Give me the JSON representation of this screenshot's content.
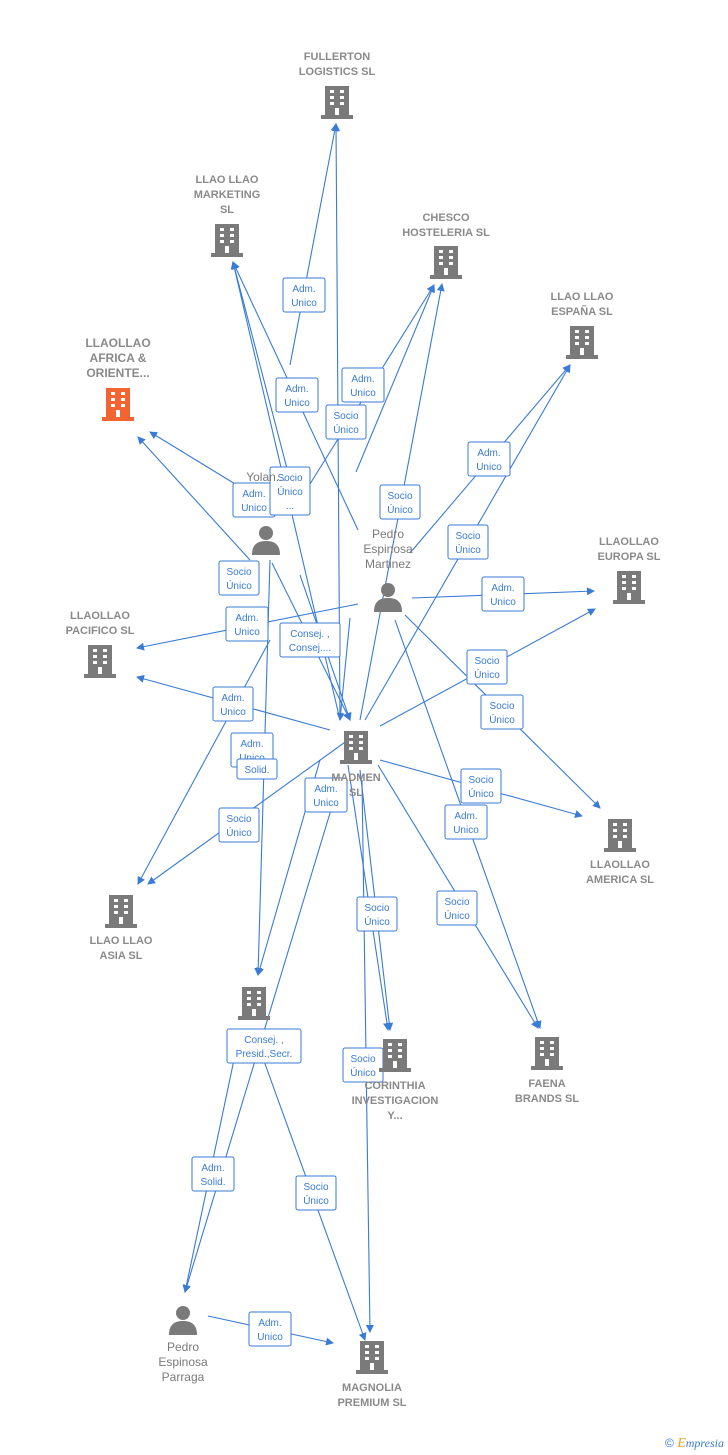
{
  "colors": {
    "edge": "#3a7bd5",
    "company": "#7a7a7a",
    "highlight": "#f26532",
    "label": "#8a8a8a",
    "brand_accent": "#f0a020"
  },
  "icons": {
    "company": "building-icon",
    "person": "person-icon"
  },
  "companies": [
    {
      "id": "fullerton",
      "lines": [
        "FULLERTON",
        "LOGISTICS  SL"
      ]
    },
    {
      "id": "llaollao_marketing",
      "lines": [
        "LLAO LLAO",
        "MARKETING",
        "SL"
      ]
    },
    {
      "id": "chesco",
      "lines": [
        "CHESCO",
        "HOSTELERIA SL"
      ]
    },
    {
      "id": "llaollao_espana",
      "lines": [
        "LLAO LLAO",
        "ESPAÑA  SL"
      ]
    },
    {
      "id": "llaollao_africa",
      "lines": [
        "LLAOLLAO",
        "AFRICA &",
        "ORIENTE..."
      ],
      "highlight": true
    },
    {
      "id": "llaollao_europa",
      "lines": [
        "LLAOLLAO",
        "EUROPA  SL"
      ]
    },
    {
      "id": "llaollao_pacifico",
      "lines": [
        "LLAOLLAO",
        "PACIFICO  SL"
      ]
    },
    {
      "id": "madmen",
      "lines": [
        "MADMEN",
        "SL"
      ]
    },
    {
      "id": "llaollao_america",
      "lines": [
        "LLAOLLAO",
        "AMERICA  SL"
      ]
    },
    {
      "id": "llaollao_asia",
      "lines": [
        "LLAO LLAO",
        "ASIA  SL"
      ]
    },
    {
      "id": "unnamed_company",
      "lines": []
    },
    {
      "id": "corinthia",
      "lines": [
        "CORINTHIA",
        "INVESTIGACION",
        "Y..."
      ]
    },
    {
      "id": "faena",
      "lines": [
        "FAENA",
        "BRANDS  SL"
      ]
    },
    {
      "id": "magnolia",
      "lines": [
        "MAGNOLIA",
        "PREMIUM  SL"
      ]
    }
  ],
  "persons": [
    {
      "id": "yolanda",
      "lines": [
        "Yolan..."
      ]
    },
    {
      "id": "pedro_martinez",
      "lines": [
        "Pedro",
        "Espinosa",
        "Martinez"
      ]
    },
    {
      "id": "pedro_parraga",
      "lines": [
        "Pedro",
        "Espinosa",
        "Parraga"
      ]
    }
  ],
  "edge_labels": [
    {
      "id": "e1",
      "lines": [
        "Adm.",
        "Unico"
      ]
    },
    {
      "id": "e2",
      "lines": [
        "Adm.",
        "Unico"
      ]
    },
    {
      "id": "e3",
      "lines": [
        "Adm.",
        "Unico"
      ]
    },
    {
      "id": "e4",
      "lines": [
        "Socio",
        "Único"
      ]
    },
    {
      "id": "e5",
      "lines": [
        "Adm.",
        "Unico"
      ]
    },
    {
      "id": "e6",
      "lines": [
        "Socio",
        "Único",
        "..."
      ]
    },
    {
      "id": "e7",
      "lines": [
        "Socio",
        "Único"
      ]
    },
    {
      "id": "e8",
      "lines": [
        "Adm.",
        "Unico"
      ]
    },
    {
      "id": "e9",
      "lines": [
        "Socio",
        "Único"
      ]
    },
    {
      "id": "e10",
      "lines": [
        "Socio",
        "Único"
      ]
    },
    {
      "id": "e11",
      "lines": [
        "Adm.",
        "Unico"
      ]
    },
    {
      "id": "e12",
      "lines": [
        "Adm.",
        "Unico"
      ]
    },
    {
      "id": "e13",
      "lines": [
        "Consej. ,",
        "Consej...."
      ]
    },
    {
      "id": "e14",
      "lines": [
        "Socio",
        "Único"
      ]
    },
    {
      "id": "e15",
      "lines": [
        "Adm.",
        "Unico"
      ]
    },
    {
      "id": "e16",
      "lines": [
        "Socio",
        "Único"
      ]
    },
    {
      "id": "e17",
      "lines": [
        "Adm.",
        "Unico"
      ]
    },
    {
      "id": "e18",
      "lines": [
        "Solid."
      ]
    },
    {
      "id": "e19",
      "lines": [
        "Adm.",
        "Unico"
      ]
    },
    {
      "id": "e20",
      "lines": [
        "Socio",
        "Único"
      ]
    },
    {
      "id": "e21",
      "lines": [
        "Socio",
        "Único"
      ]
    },
    {
      "id": "e22",
      "lines": [
        "Adm.",
        "Unico"
      ]
    },
    {
      "id": "e23",
      "lines": [
        "Socio",
        "Único"
      ]
    },
    {
      "id": "e24",
      "lines": [
        "Socio",
        "Único"
      ]
    },
    {
      "id": "e25",
      "lines": [
        "Consej. ,",
        "Presid.,Secr."
      ]
    },
    {
      "id": "e26",
      "lines": [
        "Socio",
        "Único"
      ]
    },
    {
      "id": "e27",
      "lines": [
        "Adm.",
        "Solid."
      ]
    },
    {
      "id": "e28",
      "lines": [
        "Socio",
        "Único"
      ]
    },
    {
      "id": "e29",
      "lines": [
        "Adm.",
        "Unico"
      ]
    }
  ],
  "footer": {
    "copyright": "©",
    "brand_initial": "E",
    "brand_rest": "mpresia"
  }
}
